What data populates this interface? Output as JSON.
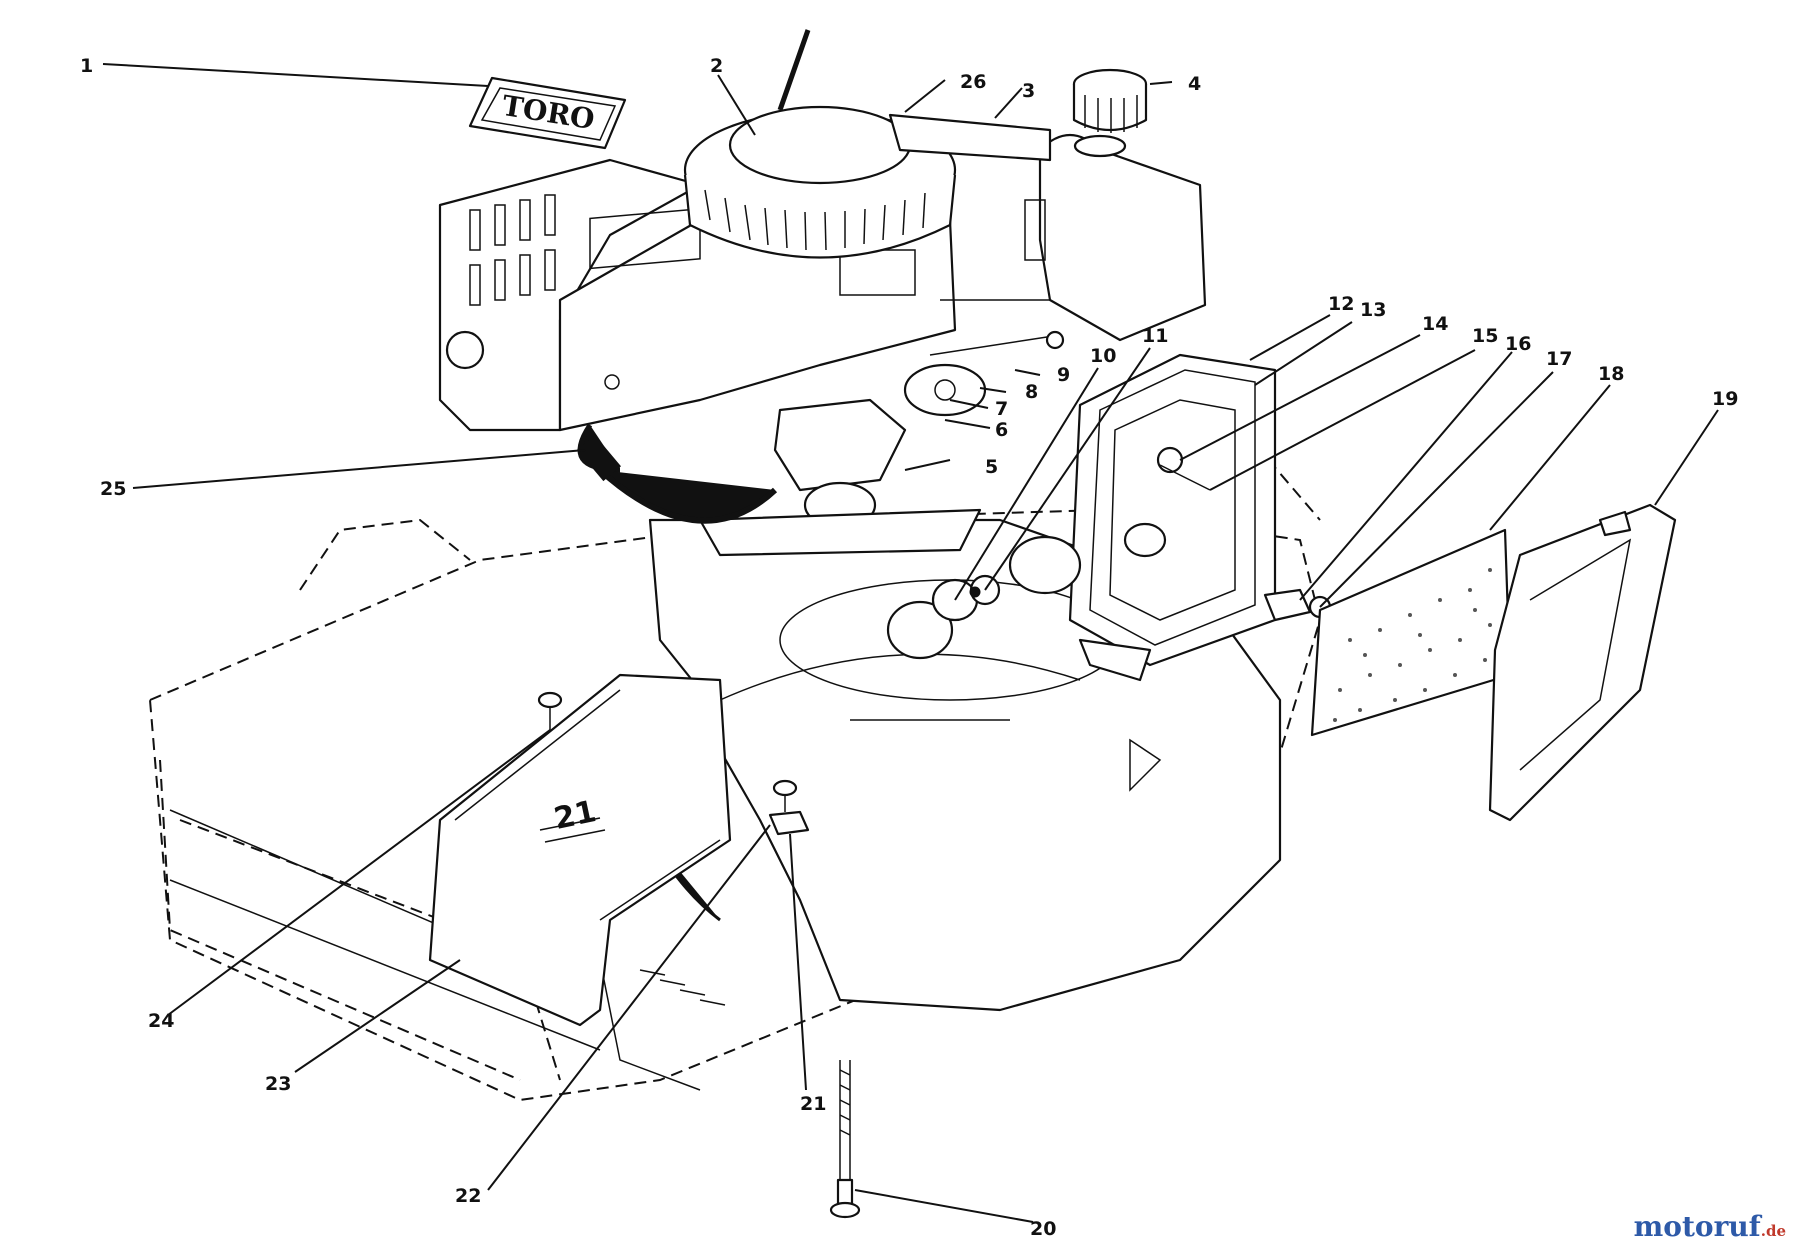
{
  "diagram": {
    "callouts": [
      "1",
      "2",
      "3",
      "4",
      "5",
      "6",
      "7",
      "8",
      "9",
      "10",
      "11",
      "12",
      "13",
      "14",
      "15",
      "16",
      "17",
      "18",
      "19",
      "20",
      "21",
      "22",
      "23",
      "24",
      "25",
      "26"
    ],
    "decal_text": "TORO",
    "cover_marking": "21",
    "watermark": {
      "brand": "motoruf",
      "tld": ".de"
    }
  }
}
